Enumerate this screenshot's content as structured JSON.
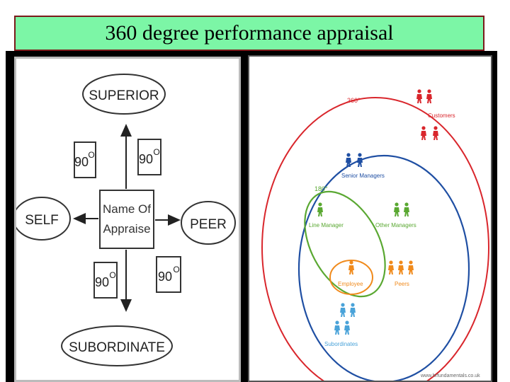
{
  "slide": {
    "title": "360 degree performance appraisal"
  },
  "left_diagram": {
    "center_lines": [
      "Name Of",
      "Appraise"
    ],
    "nodes": {
      "top": "SUPERIOR",
      "left": "SELF",
      "right": "PEER",
      "bottom": "SUBORDINATE"
    },
    "degree_label": "90",
    "degree_mark": "O"
  },
  "right_diagram": {
    "outer_label": "360°",
    "inner_label": "180°",
    "groups": {
      "customers": "Customers",
      "senior_managers": "Senior Managers",
      "line_manager": "Line Manager",
      "other_managers": "Other Managers",
      "employee": "Employee",
      "peers": "Peers",
      "subordinates": "Subordinates"
    },
    "watermark": "www.hrfundamentals.co.uk",
    "colors": {
      "outer": "#d9262c",
      "senior": "#1f4fa3",
      "line": "#5aa832",
      "employee": "#f08a1c",
      "subordinates": "#4aa3d9"
    }
  }
}
